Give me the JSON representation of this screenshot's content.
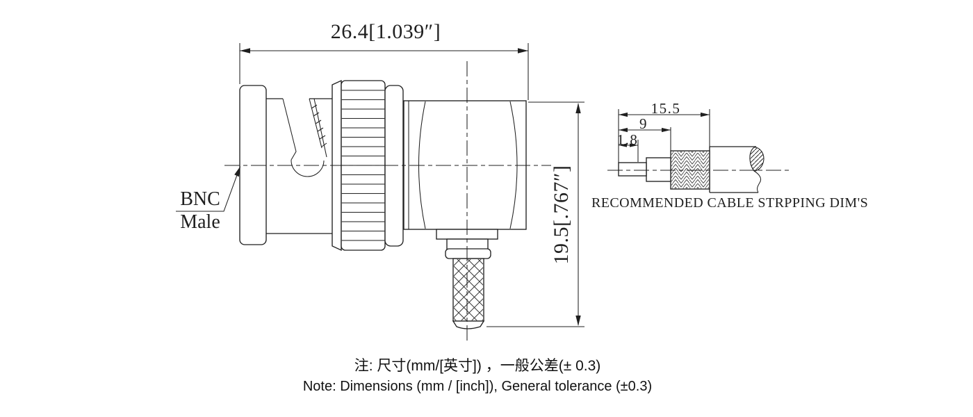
{
  "drawing": {
    "connector": {
      "label_line1": "BNC",
      "label_line2": "Male",
      "dim_width": "26.4[1.039″]",
      "dim_height": "19.5[.767″]"
    },
    "cable": {
      "label": "RECOMMENDED CABLE STRPPING DIM'S",
      "dim_total": "15.5",
      "dim_braid": "9",
      "dim_conductor": "1.8"
    },
    "notes": {
      "zh": "注: 尺寸(mm/[英寸]) ，一般公差(± 0.3)",
      "en": "Note: Dimensions (mm / [inch]), General tolerance (±0.3)"
    },
    "colors": {
      "line": "#1f1f1f",
      "background": "#ffffff"
    }
  }
}
